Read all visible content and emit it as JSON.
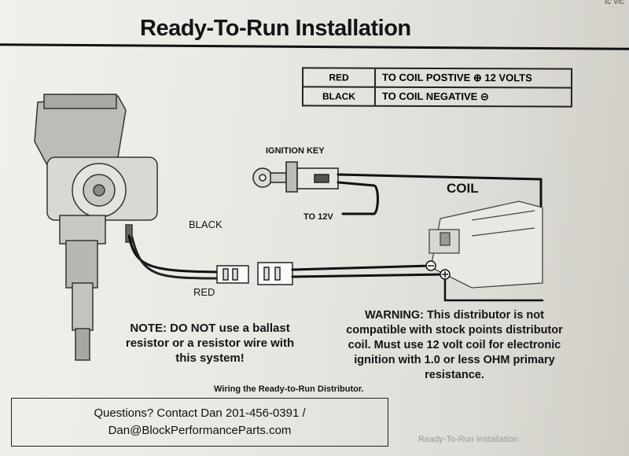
{
  "title": "Ready-To-Run Installation",
  "corner_text": "tc  vic",
  "legend": [
    {
      "color": "RED",
      "desc": "TO COIL POSTIVE ⊕ 12 VOLTS"
    },
    {
      "color": "BLACK",
      "desc": "TO COIL NEGATIVE ⊝"
    }
  ],
  "labels": {
    "ignition_key": "IGNITION KEY",
    "coil": "COIL",
    "to_12v": "TO 12V",
    "black": "BLACK",
    "red": "RED"
  },
  "note": {
    "line1": "NOTE:  DO NOT use a ballast",
    "line2": "resistor or a resistor wire with",
    "line3": "this system!"
  },
  "warning": {
    "line1": "WARNING:  This distributor is not",
    "line2": "compatible with stock points distributor",
    "line3": "coil.  Must use 12 volt coil for electronic",
    "line4": "ignition with 1.0 or less OHM primary",
    "line5": "resistance."
  },
  "caption": "Wiring the Ready-to-Run Distributor.",
  "contact": {
    "line1": "Questions?  Contact Dan 201-456-0391 /",
    "line2": "Dan@BlockPerformanceParts.com"
  },
  "footer_text": "Ready-To-Run Installation"
}
